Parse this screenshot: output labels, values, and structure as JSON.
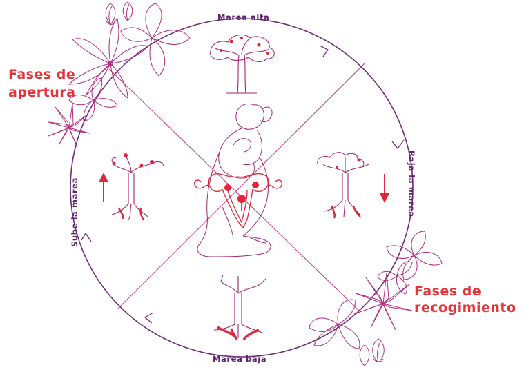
{
  "labels": {
    "top": "Marea alta",
    "bottom": "Marea baja",
    "left": "Sube la marea",
    "right": "Baja la marea"
  },
  "phases": {
    "opening_line1": "Fases de",
    "opening_line2": "apertura",
    "gathering_line1": "Fases de",
    "gathering_line2": "recogimiento"
  },
  "colors": {
    "cycle_line": "#6b2a78",
    "diagonals": "#c2337c",
    "flowers": "#b22a7c",
    "accent_red": "#e0273a",
    "figure": "#a3256d",
    "text_purple": "#5e2470",
    "text_red": "#e3343a"
  },
  "icons": {
    "arrow_up": "arrow-up-icon",
    "arrow_down": "arrow-down-icon",
    "tree": "tree-icon",
    "uterus": "uterus-icon",
    "figure": "kneeling-woman-figure",
    "flower": "flower-icon"
  }
}
